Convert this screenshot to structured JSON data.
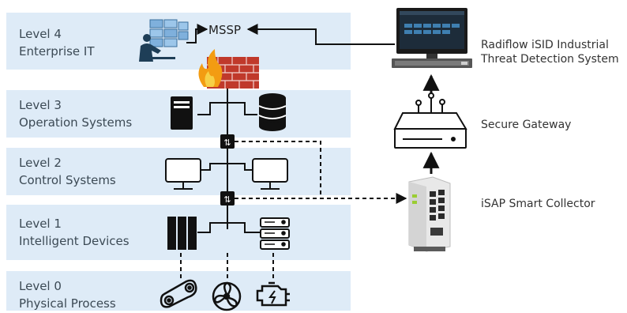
{
  "levels": [
    {
      "title": "Level 4",
      "subtitle": "Enterprise IT"
    },
    {
      "title": "Level 3",
      "subtitle": "Operation Systems"
    },
    {
      "title": "Level 2",
      "subtitle": "Control Systems"
    },
    {
      "title": "Level 1",
      "subtitle": "Intelligent Devices"
    },
    {
      "title": "Level 0",
      "subtitle": "Physical Process"
    }
  ],
  "mssp_label": "MSSP",
  "right_labels": {
    "isid_line1": "Radiflow iSID Industrial",
    "isid_line2": "Threat Detection System",
    "gateway": "Secure Gateway",
    "collector": "iSAP Smart Collector"
  },
  "colors": {
    "band": "#deebf7",
    "firewall_brick": "#c0392b",
    "flame": "#f39c12",
    "device_dark": "#111111",
    "line": "#111111"
  },
  "icons": {
    "enterprise": "person-at-video-wall-icon",
    "firewall": "brick-firewall-icon",
    "server": "server-tower-icon",
    "database": "database-icon",
    "monitor": "monitor-icon",
    "tap": "network-tap-icon",
    "plc": "plc-rack-icon",
    "rack": "rack-server-icon",
    "conveyor": "conveyor-icon",
    "fan": "fan-icon",
    "motor": "engine-icon",
    "isid": "isid-appliance-icon",
    "gateway": "secure-gateway-icon",
    "collector": "isap-collector-icon"
  }
}
